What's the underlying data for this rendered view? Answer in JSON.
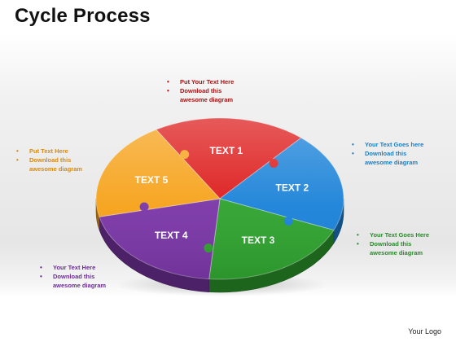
{
  "title": "Cycle Process",
  "segments": [
    {
      "label": "TEXT 1",
      "color": "#dd1a1a"
    },
    {
      "label": "TEXT 2",
      "color": "#1b82d8"
    },
    {
      "label": "TEXT 3",
      "color": "#2fa22f"
    },
    {
      "label": "TEXT 4",
      "color": "#7a36a6"
    },
    {
      "label": "TEXT 5",
      "color": "#f6a21a"
    }
  ],
  "notes": {
    "top": {
      "color": "#b01010",
      "items": [
        "Put Your Text Here",
        "Download this awesome diagram"
      ]
    },
    "right_top": {
      "color": "#1b7fc4",
      "items": [
        "Your Text Goes here",
        "Download this awesome diagram"
      ]
    },
    "right_bottom": {
      "color": "#2a8a2a",
      "items": [
        "Your Text Goes Here",
        "Download this awesome diagram"
      ]
    },
    "left_top": {
      "color": "#d98a10",
      "items": [
        "Put Text Here",
        "Download this awesome diagram"
      ]
    },
    "left_bottom": {
      "color": "#6a2d96",
      "items": [
        "Your Text Here",
        "Download this awesome diagram"
      ]
    }
  },
  "logo": "Your Logo"
}
